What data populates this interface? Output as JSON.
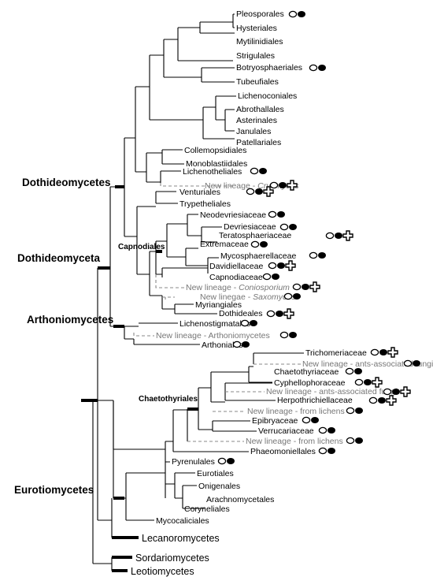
{
  "labels": {
    "pleosporales": "Pleosporales",
    "hysteriales": "Hysteriales",
    "mytilinidiales": "Mytilinidiales",
    "strigulales": "Strigulales",
    "botryosphaeriales": "Botryosphaeriales",
    "tubeufiales": "Tubeufiales",
    "lichenoconiales": "Lichenoconiales",
    "abrothallales": "Abrothallales",
    "asterinales": "Asterinales",
    "janulales": "Janulales",
    "patellariales": "Patellariales",
    "collemopsidiales": "Collemopsidiales",
    "monoblastiidales": "Monoblastiidales",
    "lichenotheliales": "Lichenotheliales",
    "new_cryomyces_prefix": "New lineage - ",
    "new_cryomyces_name": "Cryomyces",
    "venturiales": "Venturiales",
    "trypetheliales": "Trypetheliales",
    "neodevriesiaceae": "Neodevriesiaceae",
    "devriesiaceae": "Devriesiaceae",
    "teratosphaeriaceae": "Teratosphaeriaceae",
    "extremaceae": "Extremaceae",
    "mycosphaerellaceae": "Mycosphaerellaceae",
    "davidiellaceae": "Davidiellaceae",
    "capnodiaceae": "Capnodiaceae",
    "new_coniosporium_prefix": "New lineage - ",
    "new_coniosporium_name": "Coniosporium",
    "new_saxomyces_prefix": "New linegae - ",
    "new_saxomyces_name": "Saxomyces",
    "myriangiales": "Myriangiales",
    "dothideales": "Dothideales",
    "lichenostigmatales": "Lichenostigmatales",
    "new_arthoniomycetes": "New lineage - Arthoniomycetes",
    "arthoniales": "Arthoniales",
    "trichomeriaceae": "Trichomeriaceae",
    "new_ants_1": "New lineage - ants-associated fungi",
    "chaetothyriaceae": "Chaetothyriaceae",
    "cyphellophoraceae": "Cyphellophoraceae",
    "new_ants_2": "New lineage - ants-associated fungi",
    "herpothrichiellaceae": "Herpothrichiellaceae",
    "new_lichens_1": "New lineage - from lichens",
    "epibryaceae": "Epibryaceae",
    "verrucariaceae": "Verrucariaceae",
    "new_lichens_2": "New lineage - from lichens",
    "phaeomoniellales": "Phaeomoniellales",
    "pyrenulales": "Pyrenulales",
    "eurotiales": "Eurotiales",
    "onigenales": "Onigenales",
    "arachnomycetales": "Arachnomycetales",
    "coryneliales": "Coryneliales",
    "mycocaliciales": "Mycocaliciales",
    "lecanoromycetes": "Lecanoromycetes",
    "sordariomycetes": "Sordariomycetes",
    "leotiomycetes": "Leotiomycetes",
    "dothideomycetes": "Dothideomycetes",
    "dothideomyceta": "Dothideomyceta",
    "arthoniomycetes": "Arthoniomycetes",
    "eurotiomycetes": "Eurotiomycetes",
    "capnodiales": "Capnodiales",
    "chaetothyriales": "Chaetothyriales"
  },
  "colors": {
    "branch": "#000000",
    "new_lineage": "#888888",
    "symbol_fill": "#000000"
  },
  "symbol_legend": {
    "open_oval": "hollow-oval-icon",
    "filled_oval": "filled-oval-icon",
    "cross": "cross-icon"
  }
}
